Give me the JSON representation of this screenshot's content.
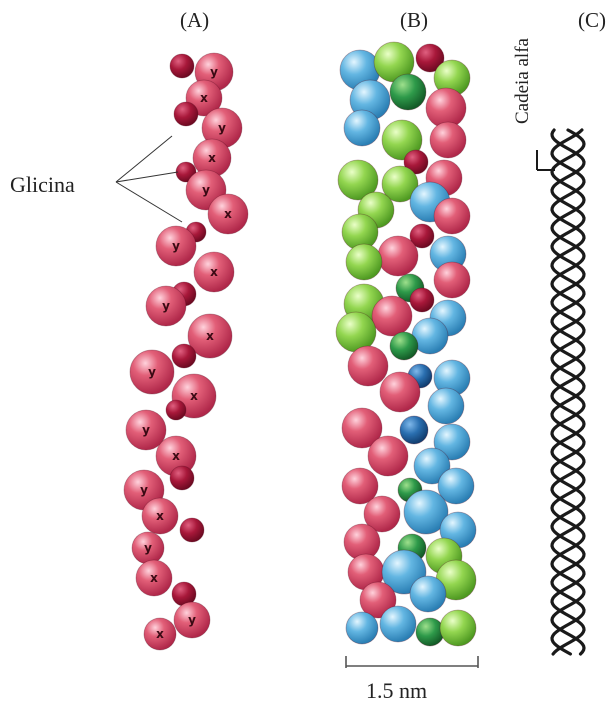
{
  "labels": {
    "panel_a": "(A)",
    "panel_b": "(B)",
    "panel_c": "(C)",
    "glycine": "Glicina",
    "alpha_chain": "Cadeia alfa",
    "scale": "1.5 nm"
  },
  "residue_letters": {
    "x": "x",
    "y": "y"
  },
  "colors": {
    "chain_red": "#d9506a",
    "chain_dark_red": "#a8183a",
    "chain_green": "#8fd24a",
    "chain_blue": "#5fb0dc",
    "chain_dark_blue": "#2a6fb0",
    "helix_line": "#1a1a1a"
  }
}
